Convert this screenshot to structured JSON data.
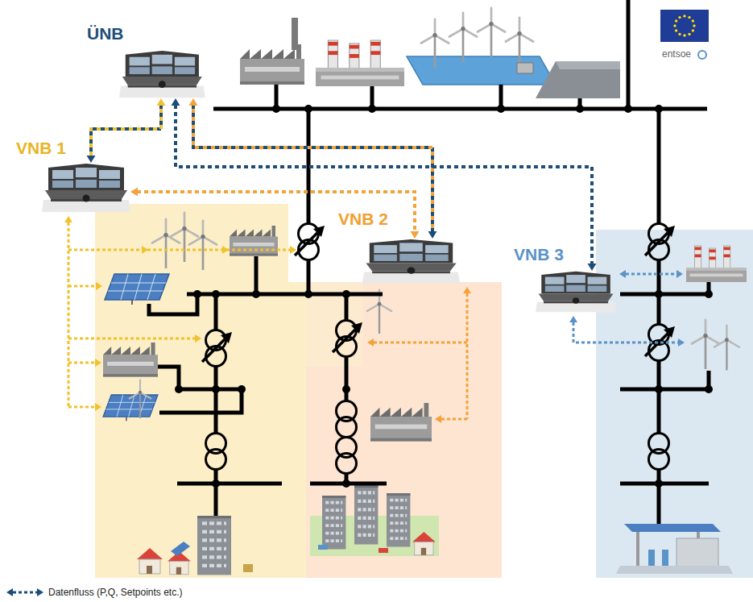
{
  "diagram": {
    "nodes": [
      {
        "text": [
          "ÜNB"
        ]
      },
      {
        "text": [
          "VNB 1"
        ]
      },
      {
        "text": [
          "VNB 2"
        ]
      },
      {
        "text": [
          "VNB 3"
        ]
      }
    ],
    "edges": [
      {
        "from": 0,
        "to": 1,
        "arrow": "both"
      },
      {
        "from": 0,
        "to": 2,
        "arrow": "both"
      },
      {
        "from": 0,
        "to": 3,
        "arrow": "both"
      },
      {
        "from": 1,
        "to": 2,
        "arrow": "both"
      }
    ],
    "labels": [
      "entsoe"
    ],
    "legend": [
      {
        "text": "Datenfluss (P,Q, Setpoints etc.)"
      }
    ]
  }
}
